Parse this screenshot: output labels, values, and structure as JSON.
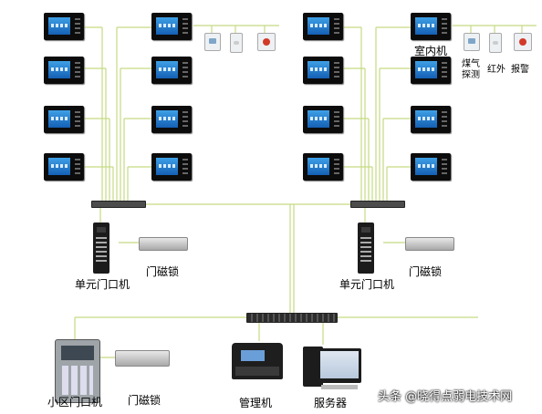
{
  "labels": {
    "indoor_unit": "室内机",
    "smoke_detector": [
      "煤气",
      "探测"
    ],
    "infrared": "红外",
    "alarm": "报警",
    "unit_door_station_left": "单元门口机",
    "magnetic_lock_left": "门磁锁",
    "unit_door_station_right": "单元门口机",
    "magnetic_lock_right": "门磁锁",
    "community_door_station": "小区门口机",
    "magnetic_lock_bottom": "门磁锁",
    "management_unit": "管理机",
    "server": "服务器"
  },
  "watermark": "头条 @晓得点弱电技术网",
  "colors": {
    "wire": "#c8dc82",
    "wire_dark": "#a9c45a"
  }
}
